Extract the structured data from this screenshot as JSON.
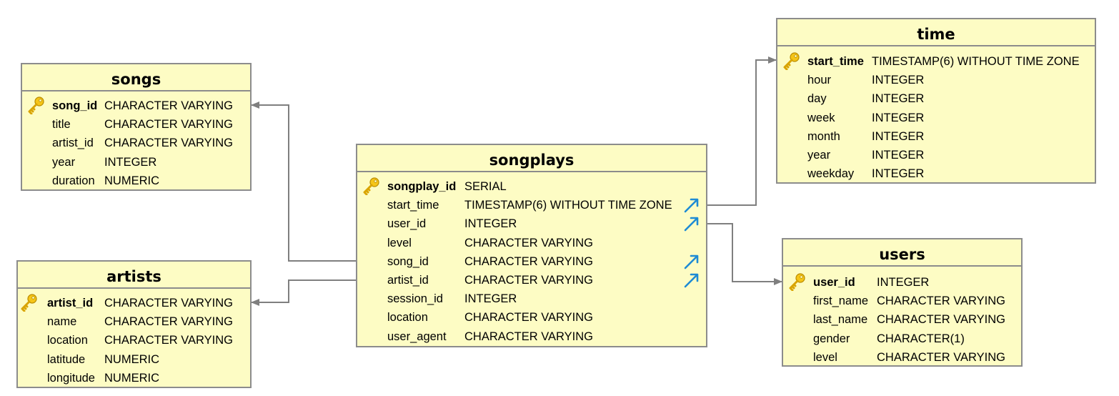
{
  "tables": {
    "songs": {
      "title": "songs",
      "columns": [
        {
          "name": "song_id",
          "type": "CHARACTER VARYING",
          "pk": true
        },
        {
          "name": "title",
          "type": "CHARACTER VARYING"
        },
        {
          "name": "artist_id",
          "type": "CHARACTER VARYING"
        },
        {
          "name": "year",
          "type": "INTEGER"
        },
        {
          "name": "duration",
          "type": "NUMERIC"
        }
      ]
    },
    "artists": {
      "title": "artists",
      "columns": [
        {
          "name": "artist_id",
          "type": "CHARACTER VARYING",
          "pk": true
        },
        {
          "name": "name",
          "type": "CHARACTER VARYING"
        },
        {
          "name": "location",
          "type": "CHARACTER VARYING"
        },
        {
          "name": "latitude",
          "type": "NUMERIC"
        },
        {
          "name": "longitude",
          "type": "NUMERIC"
        }
      ]
    },
    "songplays": {
      "title": "songplays",
      "columns": [
        {
          "name": "songplay_id",
          "type": "SERIAL",
          "pk": true
        },
        {
          "name": "start_time",
          "type": "TIMESTAMP(6) WITHOUT TIME ZONE",
          "fk": true
        },
        {
          "name": "user_id",
          "type": "INTEGER",
          "fk": true
        },
        {
          "name": "level",
          "type": "CHARACTER VARYING"
        },
        {
          "name": "song_id",
          "type": "CHARACTER VARYING",
          "fk": true
        },
        {
          "name": "artist_id",
          "type": "CHARACTER VARYING",
          "fk": true
        },
        {
          "name": "session_id",
          "type": "INTEGER"
        },
        {
          "name": "location",
          "type": "CHARACTER VARYING"
        },
        {
          "name": "user_agent",
          "type": "CHARACTER VARYING"
        }
      ]
    },
    "time": {
      "title": "time",
      "columns": [
        {
          "name": "start_time",
          "type": "TIMESTAMP(6) WITHOUT TIME ZONE",
          "pk": true
        },
        {
          "name": "hour",
          "type": "INTEGER"
        },
        {
          "name": "day",
          "type": "INTEGER"
        },
        {
          "name": "week",
          "type": "INTEGER"
        },
        {
          "name": "month",
          "type": "INTEGER"
        },
        {
          "name": "year",
          "type": "INTEGER"
        },
        {
          "name": "weekday",
          "type": "INTEGER"
        }
      ]
    },
    "users": {
      "title": "users",
      "columns": [
        {
          "name": "user_id",
          "type": "INTEGER",
          "pk": true
        },
        {
          "name": "first_name",
          "type": "CHARACTER VARYING"
        },
        {
          "name": "last_name",
          "type": "CHARACTER VARYING"
        },
        {
          "name": "gender",
          "type": "CHARACTER(1)"
        },
        {
          "name": "level",
          "type": "CHARACTER VARYING"
        }
      ]
    }
  },
  "relationships": [
    {
      "from": "songplays",
      "to": "songs"
    },
    {
      "from": "songplays",
      "to": "artists"
    },
    {
      "from": "songplays",
      "to": "time"
    },
    {
      "from": "songplays",
      "to": "users"
    }
  ],
  "colors": {
    "table_fill": "#fdfcc4",
    "table_border": "#8c8c8c",
    "connector": "#7f7f7f",
    "fk_marker": "#1e8bd4",
    "key_icon": "#f0b400"
  },
  "icons": {
    "primary_key": "key-icon",
    "foreign_key": "foreign-key-arrow-icon"
  }
}
